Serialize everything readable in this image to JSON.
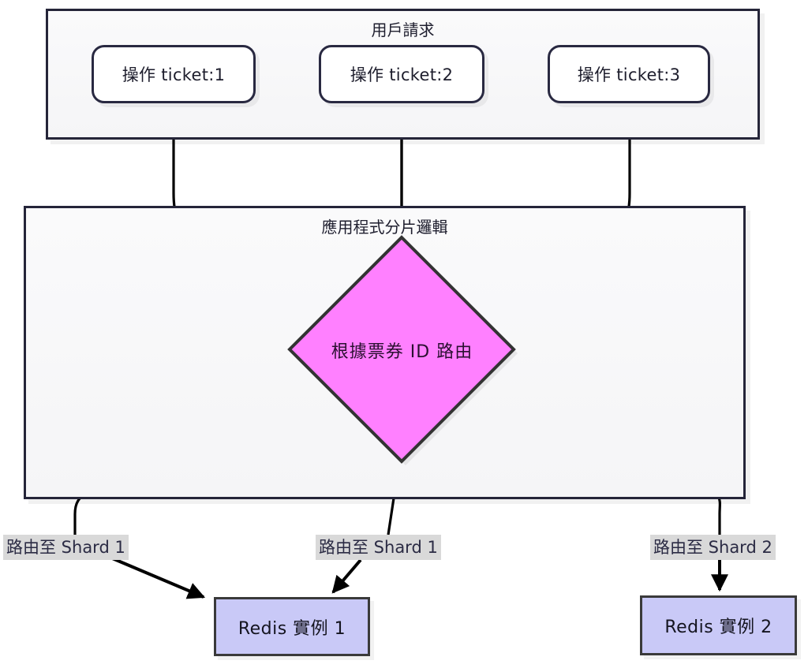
{
  "diagram": {
    "title_visible": false,
    "type": "flowchart",
    "colors": {
      "subgraph_border": "#252539",
      "subgraph_fill": "#f5f5f7",
      "node_border": "#292941",
      "node_fill": "#ffffff",
      "decision_fill": "#ff80ff",
      "decision_border": "#333333",
      "decision_text": "#2a1030",
      "redis_fill": "#c9c9f7",
      "redis_border": "#3a3a3a",
      "edge_stroke": "#000000",
      "edge_label_bg": "#d9d9d9",
      "edge_label_text": "#2b2b44"
    }
  },
  "subgraphs": [
    {
      "id": "user-requests",
      "title": "用戶請求"
    },
    {
      "id": "app-sharding-logic",
      "title": "應用程式分片邏輯"
    }
  ],
  "ticket_nodes": [
    {
      "id": "ticket-1",
      "label": "操作 ticket:1"
    },
    {
      "id": "ticket-2",
      "label": "操作 ticket:2"
    },
    {
      "id": "ticket-3",
      "label": "操作 ticket:3"
    }
  ],
  "decision_node": {
    "id": "route-by-ticket-id",
    "label": "根據票券 ID 路由",
    "shape": "diamond"
  },
  "redis_nodes": [
    {
      "id": "redis-instance-1",
      "label": "Redis 實例 1"
    },
    {
      "id": "redis-instance-2",
      "label": "Redis 實例 2"
    }
  ],
  "edge_labels": [
    {
      "id": "edge-label-left",
      "text": "路由至 Shard 1"
    },
    {
      "id": "edge-label-center",
      "text": "路由至 Shard 1"
    },
    {
      "id": "edge-label-right",
      "text": "路由至 Shard 2"
    }
  ],
  "edges": [
    {
      "from": "ticket-1",
      "to": "route-by-ticket-id",
      "label": ""
    },
    {
      "from": "ticket-2",
      "to": "route-by-ticket-id",
      "label": ""
    },
    {
      "from": "ticket-3",
      "to": "route-by-ticket-id",
      "label": ""
    },
    {
      "from": "route-by-ticket-id",
      "to": "redis-instance-1",
      "label": "路由至 Shard 1"
    },
    {
      "from": "route-by-ticket-id",
      "to": "redis-instance-1",
      "label": "路由至 Shard 1"
    },
    {
      "from": "route-by-ticket-id",
      "to": "redis-instance-2",
      "label": "路由至 Shard 2"
    }
  ]
}
